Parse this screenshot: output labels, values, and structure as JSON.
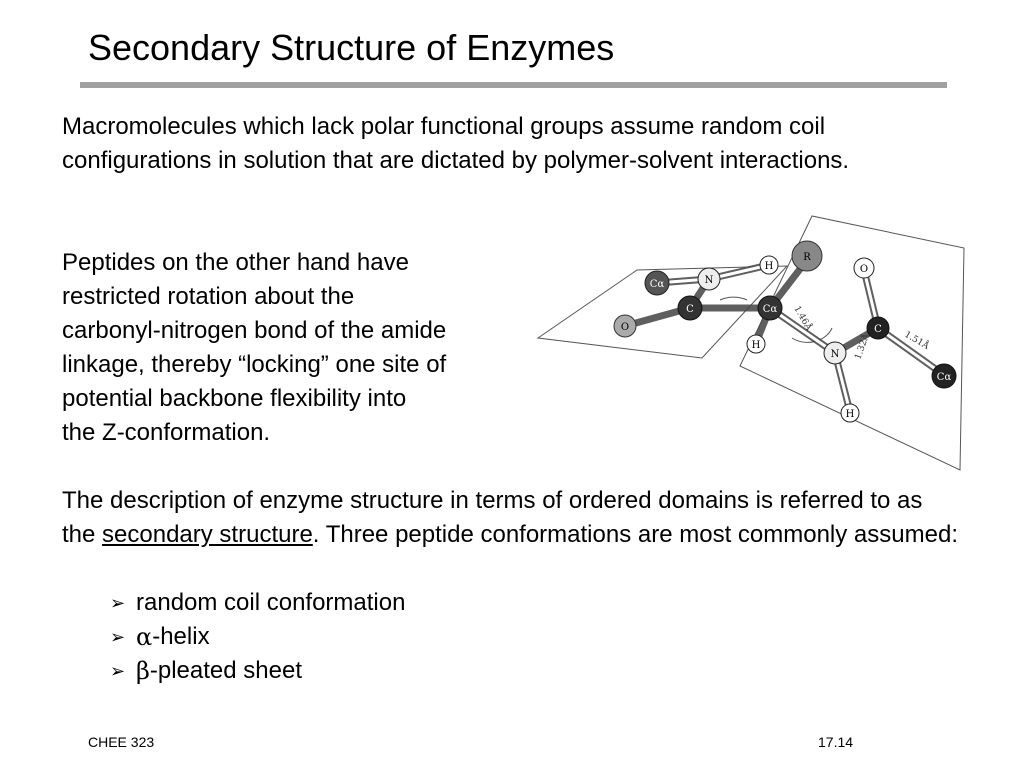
{
  "slide": {
    "title": "Secondary Structure of Enzymes",
    "para1": "Macromolecules which lack polar functional groups assume random coil configurations in solution that are dictated by polymer-solvent interactions.",
    "para2_lines": [
      "Peptides on the other hand have",
      "restricted rotation about the",
      "carbonyl-nitrogen bond of the amide",
      "linkage, thereby “locking” one site of",
      "potential backbone flexibility into",
      "the Z-conformation."
    ],
    "para3_before": "The description of enzyme structure in terms of ordered domains is referred to as the ",
    "para3_link": "secondary structure",
    "para3_after": ".  Three peptide conformations are most commonly assumed:",
    "bullets": [
      {
        "prefix": "",
        "text": "random coil conformation"
      },
      {
        "prefix": "α",
        "text": "-helix"
      },
      {
        "prefix": "β",
        "text": "-pleated sheet"
      }
    ],
    "footer_left": "CHEE 323",
    "footer_right": "17.14"
  },
  "figure": {
    "atoms": {
      "ca1": "Cα",
      "n1": "N",
      "h1": "H",
      "r": "R",
      "c1": "C",
      "o1": "O",
      "ca2": "Cα",
      "h2": "H",
      "n2": "N",
      "h3": "H",
      "c2": "C",
      "o2": "O",
      "ca3": "Cα"
    },
    "distances": {
      "d1": "1.46Å",
      "d2": "1.32Å",
      "d3": "1.51Å"
    }
  }
}
